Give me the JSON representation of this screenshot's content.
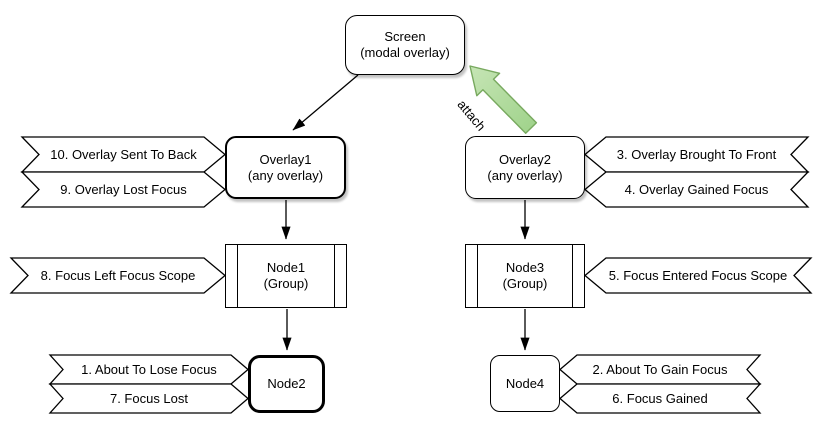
{
  "nodes": {
    "screen": {
      "title": "Screen",
      "subtitle": "(modal overlay)"
    },
    "overlay1": {
      "title": "Overlay1",
      "subtitle": "(any overlay)"
    },
    "overlay2": {
      "title": "Overlay2",
      "subtitle": "(any overlay)"
    },
    "node1": {
      "title": "Node1",
      "subtitle": "(Group)"
    },
    "node2": {
      "title": "Node2"
    },
    "node3": {
      "title": "Node3",
      "subtitle": "(Group)"
    },
    "node4": {
      "title": "Node4"
    }
  },
  "edges": {
    "attach_label": "attach"
  },
  "banners": {
    "left": [
      {
        "label": "10. Overlay Sent To Back"
      },
      {
        "label": "9. Overlay Lost Focus"
      },
      {
        "label": "8. Focus Left Focus Scope"
      },
      {
        "label": "1. About To Lose Focus"
      },
      {
        "label": "7. Focus Lost"
      }
    ],
    "right": [
      {
        "label": "3. Overlay Brought To Front"
      },
      {
        "label": "4. Overlay Gained Focus"
      },
      {
        "label": "5. Focus Entered Focus Scope"
      },
      {
        "label": "2. About To Gain Focus"
      },
      {
        "label": "6. Focus Gained"
      }
    ]
  },
  "colors": {
    "shape_fill": "#ffffff",
    "line": "#000000",
    "attach_fill_light": "#c6e5b5",
    "attach_fill": "#9ed289",
    "attach_stroke": "#78a95f"
  }
}
